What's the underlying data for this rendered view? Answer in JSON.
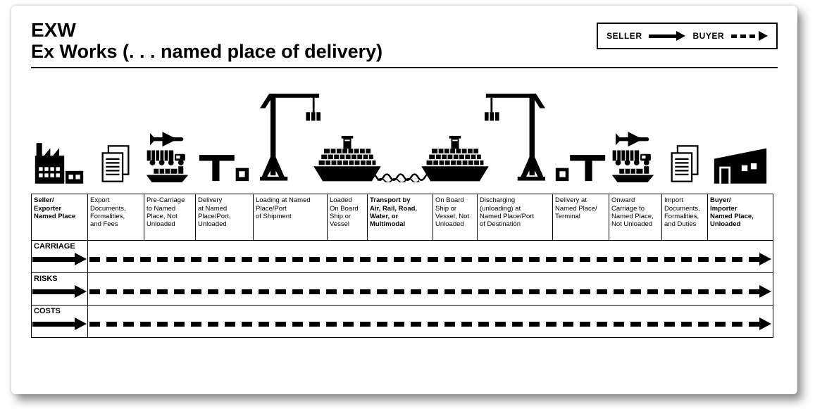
{
  "header": {
    "code": "EXW",
    "name": "Ex Works (. . . named place of delivery)"
  },
  "legend": {
    "seller": "SELLER",
    "buyer": "BUYER"
  },
  "table": {
    "columns": [
      {
        "label": "Seller/\nExporter\nNamed Place",
        "bold": true
      },
      {
        "label": "Export\nDocuments,\nFormalities,\nand Fees",
        "bold": false
      },
      {
        "label": "Pre-Carriage\nto Named\nPlace, Not\nUnloaded",
        "bold": false
      },
      {
        "label": "Delivery\nat Named\nPlace/Port,\nUnloaded",
        "bold": false
      },
      {
        "label": "Loading at Named\nPlace/Port\nof Shipment",
        "bold": false
      },
      {
        "label": "Loaded\nOn Board\nShip or\nVessel",
        "bold": false
      },
      {
        "label": "Transport by\nAir, Rail, Road,\nWater, or\nMultimodal",
        "bold": true
      },
      {
        "label": "On Board\nShip or\nVessel, Not\nUnloaded",
        "bold": false
      },
      {
        "label": "Discharging\n(unloading) at\nNamed Place/Port\nof Destination",
        "bold": false
      },
      {
        "label": "Delivery at\nNamed Place/\nTerminal",
        "bold": false
      },
      {
        "label": "Onward\nCarriage to\nNamed Place,\nNot Unloaded",
        "bold": false
      },
      {
        "label": "Import\nDocuments,\nFormalities,\nand Duties",
        "bold": false
      },
      {
        "label": "Buyer/\nImporter\nNamed Place,\nUnloaded",
        "bold": true
      }
    ],
    "rows": [
      "CARRIAGE",
      "RISKS",
      "COSTS"
    ],
    "arrow_semantics": {
      "solid": "seller responsibility",
      "dashed": "buyer responsibility"
    }
  },
  "icons": [
    "factory-icon",
    "documents-icon",
    "multimodal-transport-icon",
    "terminal-dock-icon",
    "port-crane-icon",
    "container-ship-icon",
    "water-waves-icon",
    "container-ship-icon",
    "port-crane-icon",
    "terminal-dock-icon",
    "multimodal-transport-icon",
    "documents-icon",
    "warehouse-icon"
  ],
  "colors": {
    "ink": "#000000",
    "paper": "#ffffff"
  }
}
